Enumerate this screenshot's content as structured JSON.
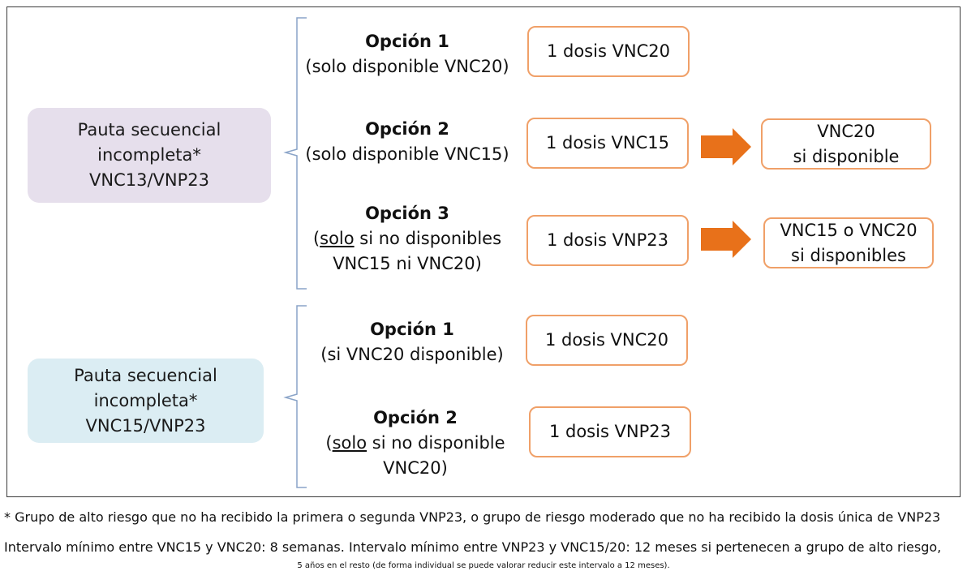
{
  "groups": [
    {
      "label_lines": [
        "Pauta secuencial",
        "incompleta*",
        "VNC13/VNP23"
      ],
      "color": "#e6dfec",
      "options": [
        {
          "title": "Opción 1",
          "lines": [
            [
              "(solo disponible VNC20)"
            ]
          ],
          "dose": "1 dosis VNC20",
          "next": []
        },
        {
          "title": "Opción 2",
          "lines": [
            [
              "(solo disponible VNC15)"
            ]
          ],
          "dose": "1 dosis VNC15",
          "next": [
            "VNC20",
            "si disponible"
          ]
        },
        {
          "title": "Opción 3",
          "lines": [
            [
              "(",
              "solo",
              " si no disponibles"
            ],
            [
              "VNC15 ni VNC20)"
            ]
          ],
          "dose": "1 dosis VNP23",
          "next": [
            "VNC15 o VNC20",
            "si disponibles"
          ]
        }
      ]
    },
    {
      "label_lines": [
        "Pauta secuencial",
        "incompleta*",
        "VNC15/VNP23"
      ],
      "color": "#dbedf3",
      "options": [
        {
          "title": "Opción 1",
          "lines": [
            [
              "(si VNC20 disponible)"
            ]
          ],
          "dose": "1 dosis VNC20",
          "next": []
        },
        {
          "title": "Opción 2",
          "lines": [
            [
              "(",
              "solo",
              " si no disponible"
            ],
            [
              "VNC20)"
            ]
          ],
          "dose": "1 dosis VNP23",
          "next": []
        }
      ]
    }
  ],
  "colors": {
    "box_border": "#f0a068",
    "arrow": "#e8711a",
    "bracket": "#8aa4c8"
  },
  "footnotes": {
    "asterisk": "* Grupo de alto riesgo que no ha recibido la primera o segunda VNP23, o grupo de riesgo moderado que no ha recibido la dosis única de VNP23",
    "interval_line1": "Intervalo mínimo entre VNC15 y VNC20: 8 semanas. Intervalo mínimo entre VNP23 y VNC15/20: 12 meses si pertenecen a grupo de alto riesgo,",
    "interval_line2": "5 años en el resto (de forma individual se puede valorar reducir este intervalo a 12 meses)."
  }
}
